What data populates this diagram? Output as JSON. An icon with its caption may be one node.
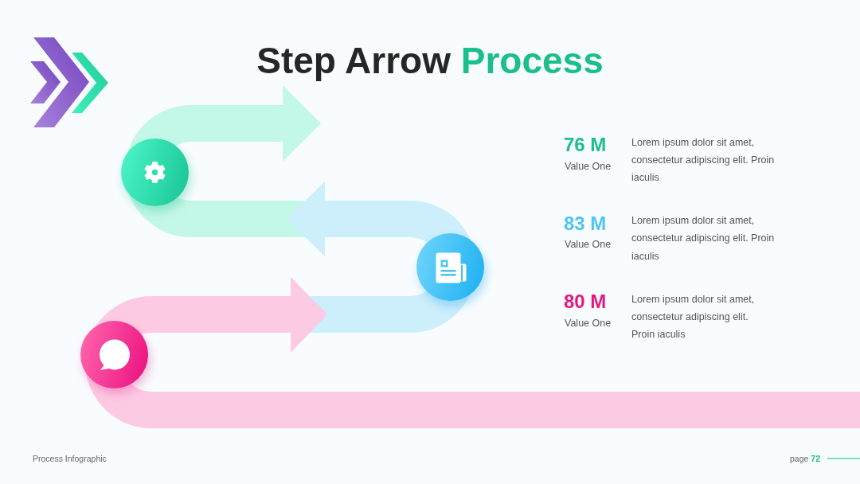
{
  "diagram": {
    "title": "Step Arrow Process",
    "labels": [
      "76 M",
      "Value One",
      "Lorem ipsum dolor sit amet, consectetur adipiscing elit. Proin iaculis",
      "83 M",
      "Value One",
      "Lorem ipsum dolor sit amet, consectetur adipiscing elit. Proin iaculis",
      "80 M",
      "Value One",
      "Lorem ipsum dolor sit amet, consectetur adipiscing elit. Proin iaculis",
      "Process Infographic",
      "page **72**"
    ]
  }
}
